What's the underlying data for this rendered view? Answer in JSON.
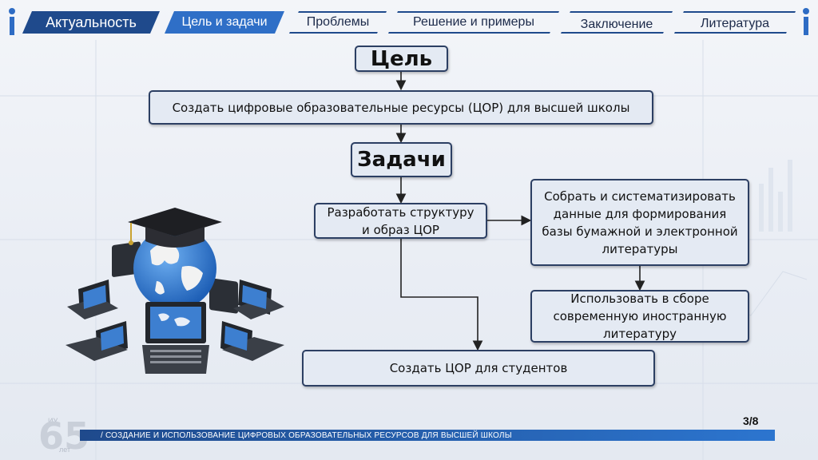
{
  "nav": {
    "tabs": [
      {
        "label": "Актуальность"
      },
      {
        "label": "Цель и задачи"
      },
      {
        "label": "Проблемы"
      },
      {
        "label": "Решение и примеры"
      },
      {
        "label": "Заключение"
      },
      {
        "label": "Литература"
      }
    ],
    "active_index": 1
  },
  "diagram": {
    "goal_title": "Цель",
    "goal_text": "Создать цифровые образовательные ресурсы (ЦОР) для высшей школы",
    "tasks_title": "Задачи",
    "task_structure": "Разработать структуру и образ ЦОР",
    "task_collect": "Собрать и систематизировать данные для формирования базы бумажной и электронной литературы",
    "task_foreign": "Использовать в сборе современную иностранную литературу",
    "task_create": "Создать ЦОР для студентов"
  },
  "footer": {
    "caption": "/ СОЗДАНИЕ И ИСПОЛЬЗОВАНИЕ ЦИФРОВЫХ ОБРАЗОВАТЕЛЬНЫХ РЕСУРСОВ ДЛЯ ВЫСШЕЙ ШКОЛЫ",
    "page": "3/8",
    "logo_number": "65",
    "logo_top": "ИУ",
    "logo_bottom": "лет"
  },
  "colors": {
    "nav_dark": "#1f4a8c",
    "nav_active": "#2f6fc7",
    "box_fill": "#e4eaf3",
    "box_border": "#2c3f63"
  }
}
